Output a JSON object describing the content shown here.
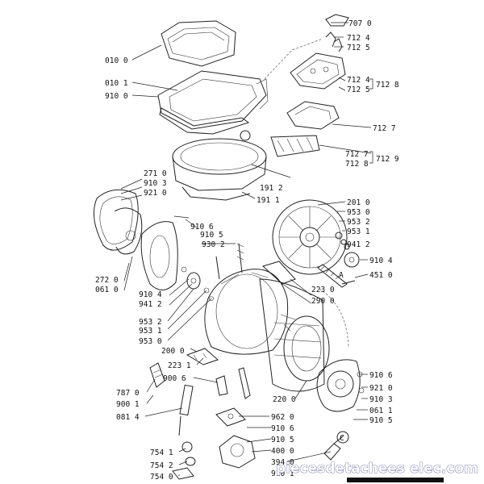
{
  "watermark": "piecesdetachees elec.com",
  "callout_letter": "C",
  "labels": {
    "p7070": "707 0",
    "p7124": "712 4",
    "p7125": "712 5",
    "p7124b": "712 4",
    "p7125b": "712 5",
    "p7128": "712 8",
    "p7127": "712 7",
    "p7127b": "712 7",
    "p7128b": "712 8",
    "p7129": "712 9",
    "p0100": "010 0",
    "p0101": "010 1",
    "p9100": "910 0",
    "p1912": "191 2",
    "p1911": "191 1",
    "p2710": "271 0",
    "p9103": "910 3",
    "p9210": "921 0",
    "p9106": "910 6",
    "p9105": "910 5",
    "p9302": "930 2",
    "p2720": "272 0",
    "p0610": "061 0",
    "p9104": "910 4",
    "p9412": "941 2",
    "p9532": "953 2",
    "p9531": "953 1",
    "p9530": "953 0",
    "p2010": "201 0",
    "p9530r": "953 0",
    "p9532r": "953 2",
    "p9531r": "953 1",
    "p9412r": "941 2",
    "p9104r": "910 4",
    "p4510": "451 0",
    "p2230": "223 0",
    "p2900": "290 0",
    "p2000": "200 0",
    "p2231": "223 1",
    "p9006": "900 6",
    "p7870": "787 0",
    "p9001": "900 1",
    "p0814": "081 4",
    "p2200": "220 0",
    "p9106r": "910 6",
    "p9210r": "921 0",
    "p9103r": "910 3",
    "p0611": "061 1",
    "p9105r": "910 5",
    "p9620": "962 0",
    "p9106b": "910 6",
    "p9105b": "910 5",
    "p4000": "400 0",
    "p3940": "394 0",
    "p9101": "910 1",
    "p7541": "754 1",
    "p7542": "754 2",
    "p7540": "754 0"
  }
}
